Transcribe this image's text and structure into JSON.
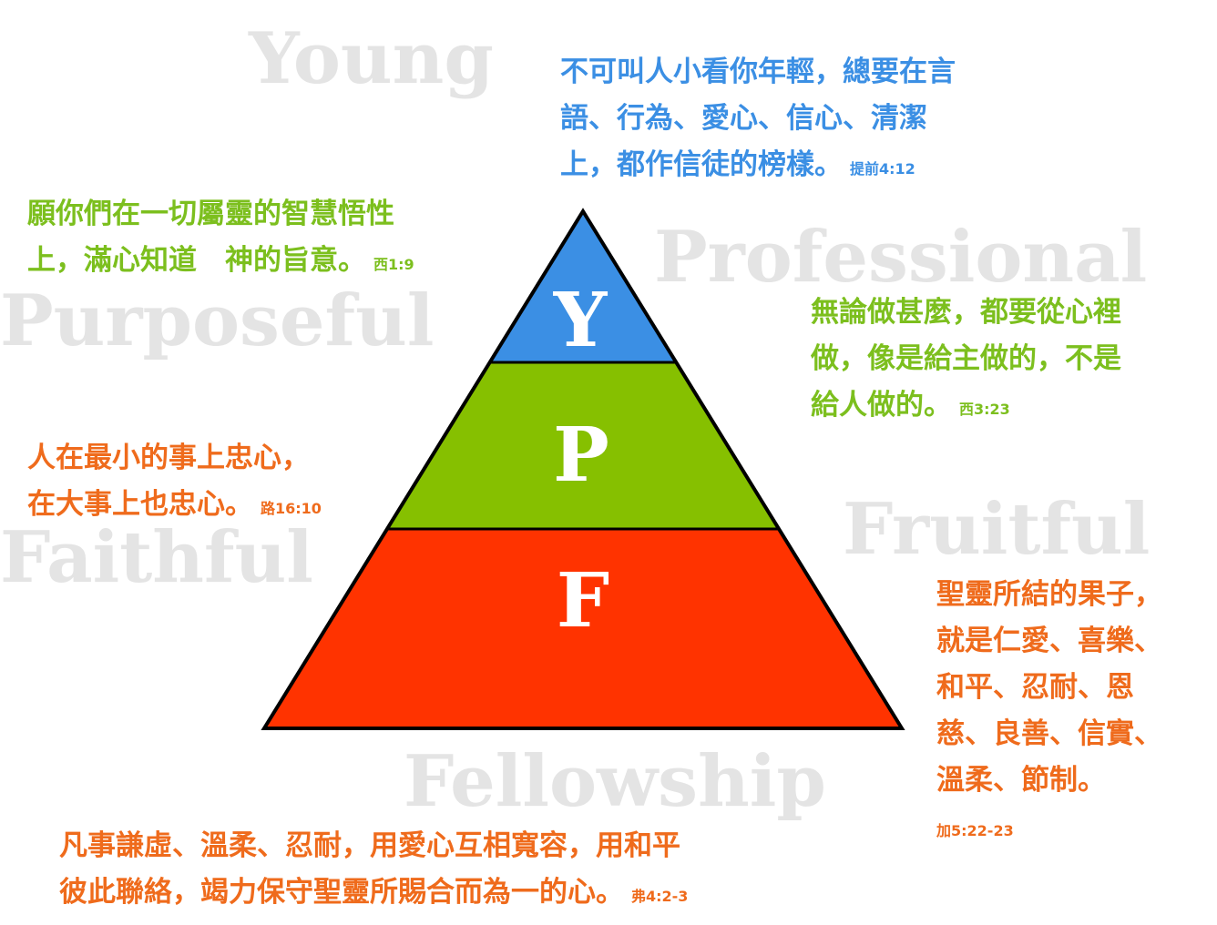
{
  "watermarks": {
    "young": "Young",
    "professional": "Professional",
    "purposeful": "Purposeful",
    "faithful": "Faithful",
    "fruitful": "Fruitful",
    "fellowship": "Fellowship"
  },
  "pyramid": {
    "top_label": "Y",
    "middle_label": "P",
    "bottom_label": "F",
    "colors": {
      "top": "#3b8fe4",
      "middle": "#86c000",
      "bottom": "#ff3300"
    }
  },
  "verses": {
    "young": {
      "lines": [
        "不可叫人小看你年輕，總要在言",
        "語、行為、愛心、信心、清潔",
        "上，都作信徒的榜樣。"
      ],
      "ref": "提前4:12"
    },
    "purposeful": {
      "lines": [
        "願你們在一切屬靈的智慧悟性",
        "上，滿心知道　神的旨意。"
      ],
      "ref": "西1:9"
    },
    "professional": {
      "lines": [
        "無論做甚麼，都要從心裡",
        "做，像是給主做的，不是",
        "給人做的。"
      ],
      "ref": "西3:23"
    },
    "faithful": {
      "lines": [
        "人在最小的事上忠心，",
        "在大事上也忠心。"
      ],
      "ref": "路16:10"
    },
    "fruitful": {
      "lines": [
        "聖靈所結的果子，",
        "就是仁愛、喜樂、",
        "和平、忍耐、恩",
        "慈、良善、信實、",
        "溫柔、節制。"
      ],
      "ref": "加5:22-23"
    },
    "fellowship": {
      "lines": [
        "凡事謙虛、溫柔、忍耐，用愛心互相寬容，用和平",
        "彼此聯絡，竭力保守聖靈所賜合而為一的心。"
      ],
      "ref": "弗4:2-3"
    }
  }
}
